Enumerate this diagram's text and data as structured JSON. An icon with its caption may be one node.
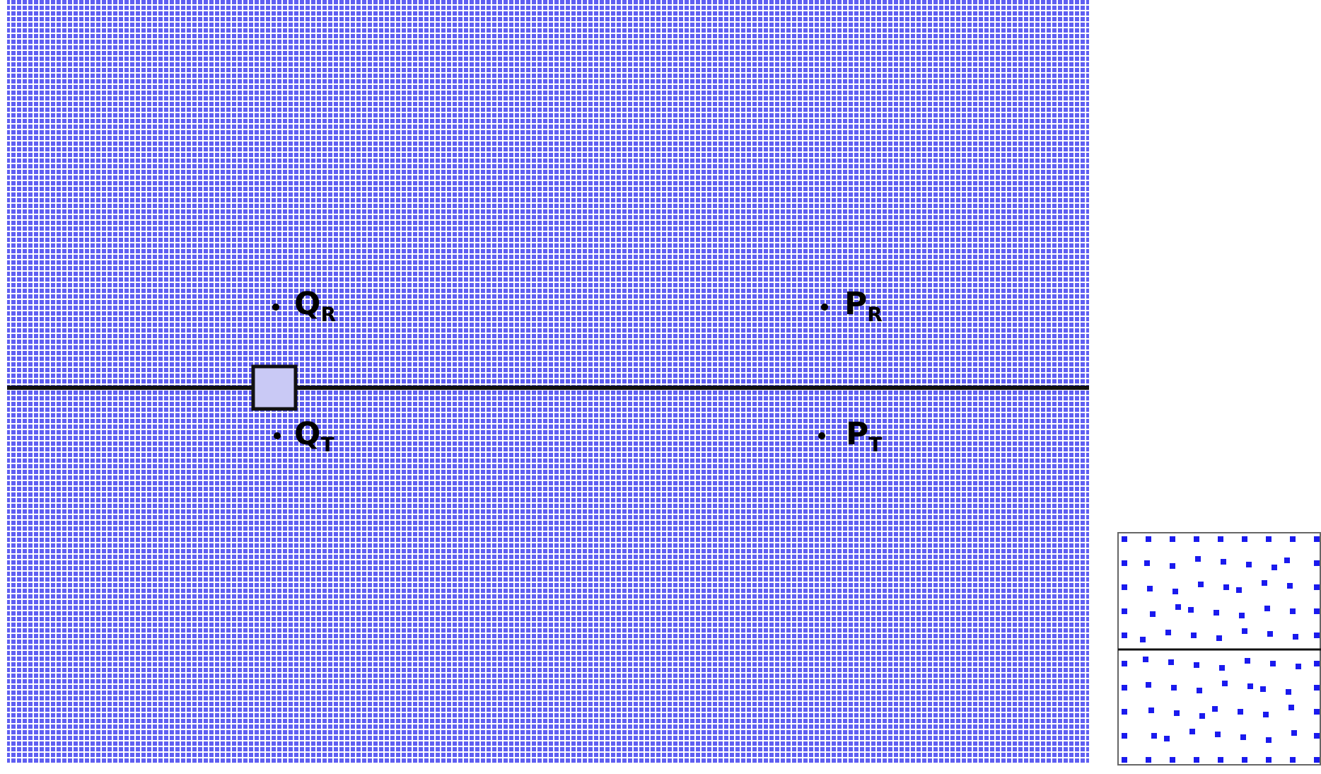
{
  "diagram": {
    "labels": [
      "Q$_{R}$",
      "P$_{R}$",
      "Q$_{T}$",
      "P$_{T}$"
    ]
  }
}
